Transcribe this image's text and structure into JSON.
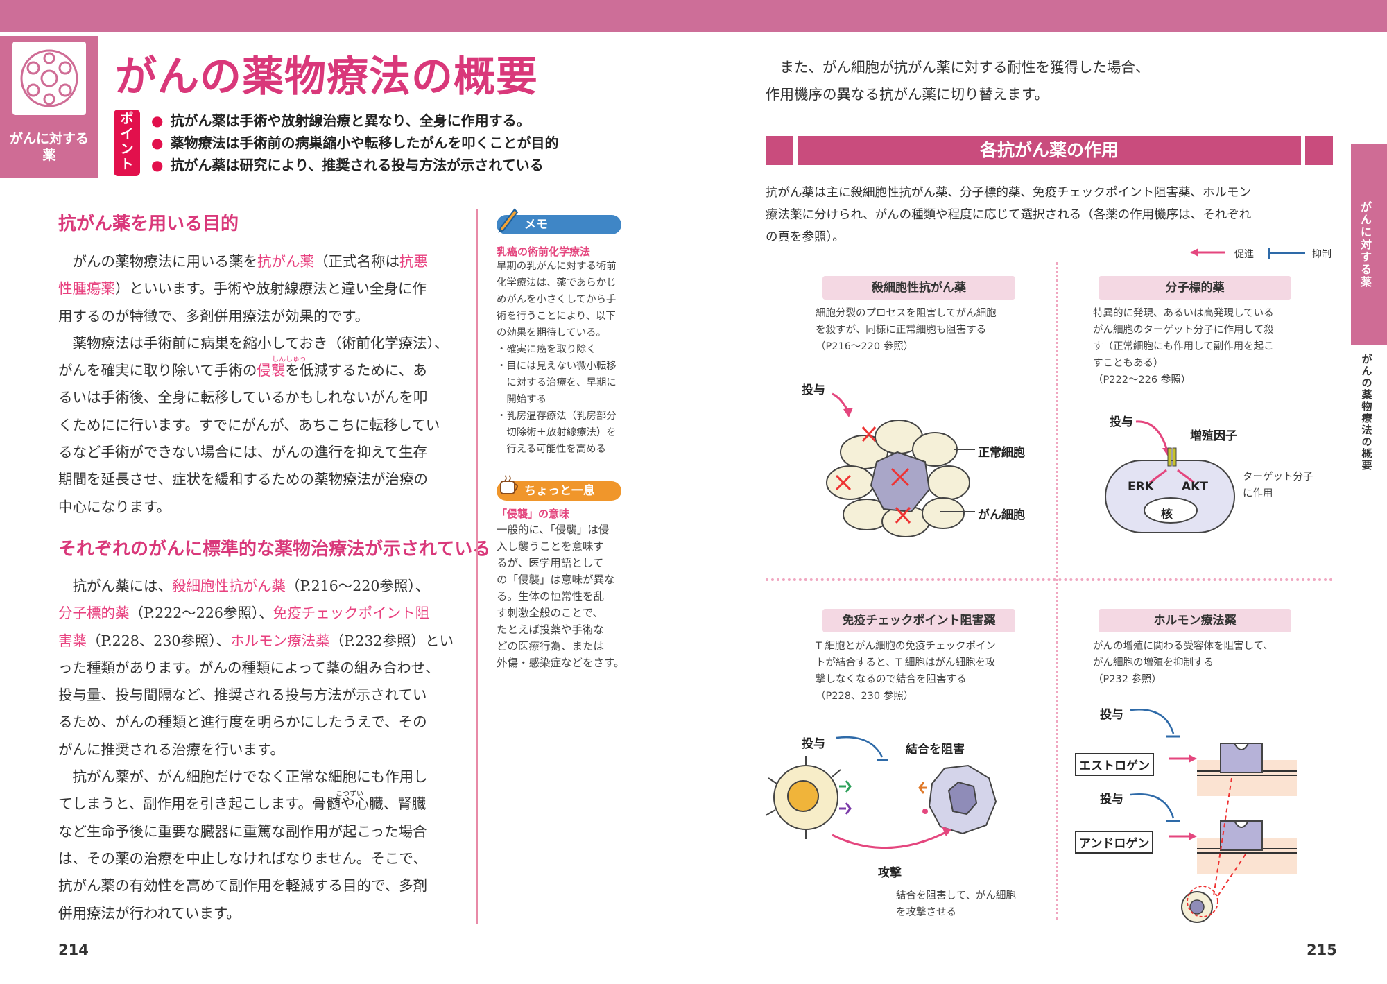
{
  "header": {
    "category": [
      "がんに対する",
      "薬"
    ],
    "title": "がんの薬物療法の概要",
    "point_badge": [
      "ポ",
      "イ",
      "ン",
      "ト"
    ],
    "points": [
      "抗がん薬は手術や放射線治療と異なり、全身に作用する。",
      "薬物療法は手術前の病巣縮小や転移したがんを叩くことが目的",
      "抗がん薬は研究により、推奨される投与方法が示されている"
    ]
  },
  "left": {
    "section1": {
      "heading": "抗がん薬を用いる目的",
      "lines": [
        [
          {
            "t": "　がんの薬物療法に用いる薬を"
          },
          {
            "t": "抗がん薬",
            "hl": true
          },
          {
            "t": "（正式名称は"
          },
          {
            "t": "抗悪",
            "hl": true
          }
        ],
        [
          {
            "t": "性腫瘍薬",
            "hl": true
          },
          {
            "t": "）といいます。手術や放射線療法と違い全身に作"
          }
        ],
        [
          {
            "t": "用するのが特徴で、多剤併用療法が効果的です。"
          }
        ],
        [
          {
            "t": "　薬物療法は手術前に病巣を縮小しておき（術前化学療法）、"
          }
        ],
        [
          {
            "t": "がんを確実に取り除いて手術の"
          },
          {
            "t": "侵襲",
            "hl": true
          },
          {
            "t": "を低減するために、あ"
          }
        ],
        [
          {
            "t": "るいは手術後、全身に転移しているかもしれないがんを叩"
          }
        ],
        [
          {
            "t": "くためにに行います。すでにがんが、あちこちに転移してい"
          }
        ],
        [
          {
            "t": "るなど手術ができない場合には、がんの進行を抑えて生存"
          }
        ],
        [
          {
            "t": "期間を延長させ、症状を緩和するための薬物療法が治療の"
          }
        ],
        [
          {
            "t": "中心になります。"
          }
        ]
      ],
      "ruby_shinshu": "しんしゅう"
    },
    "section2": {
      "heading": "それぞれのがんに標準的な薬物治療法が示されている",
      "lines": [
        [
          {
            "t": "　抗がん薬には、"
          },
          {
            "t": "殺細胞性抗がん薬",
            "hl": true
          },
          {
            "t": "（P.216～220参照）、"
          }
        ],
        [
          {
            "t": "分子標的薬",
            "hl": true
          },
          {
            "t": "（P.222～226参照）、"
          },
          {
            "t": "免疫チェックポイント阻",
            "hl": true
          }
        ],
        [
          {
            "t": "害薬",
            "hl": true
          },
          {
            "t": "（P.228、230参照）、"
          },
          {
            "t": "ホルモン療法薬",
            "hl": true
          },
          {
            "t": "（P.232参照）とい"
          }
        ],
        [
          {
            "t": "った種類があります。がんの種類によって薬の組み合わせ、"
          }
        ],
        [
          {
            "t": "投与量、投与間隔など、推奨される投与方法が示されてい"
          }
        ],
        [
          {
            "t": "るため、がんの種類と進行度を明らかにしたうえで、その"
          }
        ],
        [
          {
            "t": "がんに推奨される治療を行います。"
          }
        ],
        [
          {
            "t": "　抗がん薬が、がん細胞だけでなく正常な細胞にも作用し"
          }
        ],
        [
          {
            "t": "てしまうと、副作用を引き起こします。骨髄や心臓、腎臓"
          }
        ],
        [
          {
            "t": "など生命予後に重要な臓器に重篤な副作用が起こった場合"
          }
        ],
        [
          {
            "t": "は、その薬の治療を中止しなければなりません。そこで、"
          }
        ],
        [
          {
            "t": "抗がん薬の有効性を高めて副作用を軽減する目的で、多剤"
          }
        ],
        [
          {
            "t": "併用療法が行われています。"
          }
        ]
      ],
      "ruby_kotsuzui": "こつずい"
    },
    "memo": {
      "tag": "メモ",
      "title": "乳癌の術前化学療法",
      "lines": [
        "早期の乳がんに対する術前",
        "化学療法は、薬であらかじ",
        "めがんを小さくしてから手",
        "術を行うことにより、以下",
        "の効果を期待している。",
        "・確実に癌を取り除く",
        "・目には見えない微小転移",
        "　に対する治療を、早期に",
        "　開始する",
        "・乳房温存療法（乳房部分",
        "　切除術＋放射線療法）を",
        "　行える可能性を高める"
      ]
    },
    "break": {
      "tag": "ちょっと一息",
      "title": "「侵襲」の意味",
      "lines": [
        "一般的に、「侵襲」は侵",
        "入し襲うことを意味す",
        "るが、医学用語として",
        "の「侵襲」は意味が異な",
        "る。生体の恒常性を乱",
        "す刺激全般のことで、",
        "たとえば投薬や手術な",
        "どの医療行為、または",
        "外傷・感染症などをさす。"
      ]
    },
    "page_number": "214"
  },
  "right": {
    "intro_lines": [
      "　また、がん細胞が抗がん薬に対する耐性を獲得した場合、",
      "作用機序の異なる抗がん薬に切り替えます。"
    ],
    "section_title": "各抗がん薬の作用",
    "section_lines": [
      "抗がん薬は主に殺細胞性抗がん薬、分子標的薬、免疫チェックポイント阻害薬、ホルモン",
      "療法薬に分けられ、がんの種類や程度に応じて選択される（各薬の作用機序は、それぞれ",
      "の頁を参照）。"
    ],
    "legend": {
      "promote": "促進",
      "inhibit": "抑制"
    },
    "quadrants": {
      "cytotoxic": {
        "label": "殺細胞性抗がん薬",
        "lines": [
          "細胞分裂のプロセスを阻害してがん細胞",
          "を殺すが、同様に正常細胞も阻害する",
          "（P216～220 参照）"
        ],
        "dose": "投与",
        "normal": "正常細胞",
        "cancer": "がん細胞"
      },
      "molecular": {
        "label": "分子標的薬",
        "lines": [
          "特異的に発現、あるいは高発現している",
          "がん細胞のターゲット分子に作用して殺",
          "す（正常細胞にも作用して副作用を起こ",
          "すこともある）",
          "（P222～226 参照）"
        ],
        "dose": "投与",
        "growth": "増殖因子",
        "erk": "ERK",
        "akt": "AKT",
        "nucleus": "核",
        "target": [
          "ターゲット分子",
          "に作用"
        ]
      },
      "immune": {
        "label": "免疫チェックポイント阻害薬",
        "lines": [
          "T 細胞とがん細胞の免疫チェックポイン",
          "トが結合すると、T 細胞はがん細胞を攻",
          "撃しなくなるので結合を阻害する",
          "（P228、230 参照）"
        ],
        "dose": "投与",
        "block": "結合を阻害",
        "attack": "攻撃",
        "note": [
          "結合を阻害して、がん細胞",
          "を攻撃させる"
        ]
      },
      "hormone": {
        "label": "ホルモン療法薬",
        "lines": [
          "がんの増殖に関わる受容体を阻害して、",
          "がん細胞の増殖を抑制する",
          "（P232 参照）"
        ],
        "dose1": "投与",
        "estrogen": "エストロゲン",
        "dose2": "投与",
        "androgen": "アンドロゲン"
      }
    },
    "tab": "がんに対する薬",
    "vertical": "がんの薬物療法の概要",
    "page_number": "215"
  },
  "colors": {
    "accent": "#cd6e98",
    "title": "#d9387a",
    "highlight": "#e8417f",
    "memo": "#3f86c6",
    "break": "#f0962b"
  }
}
